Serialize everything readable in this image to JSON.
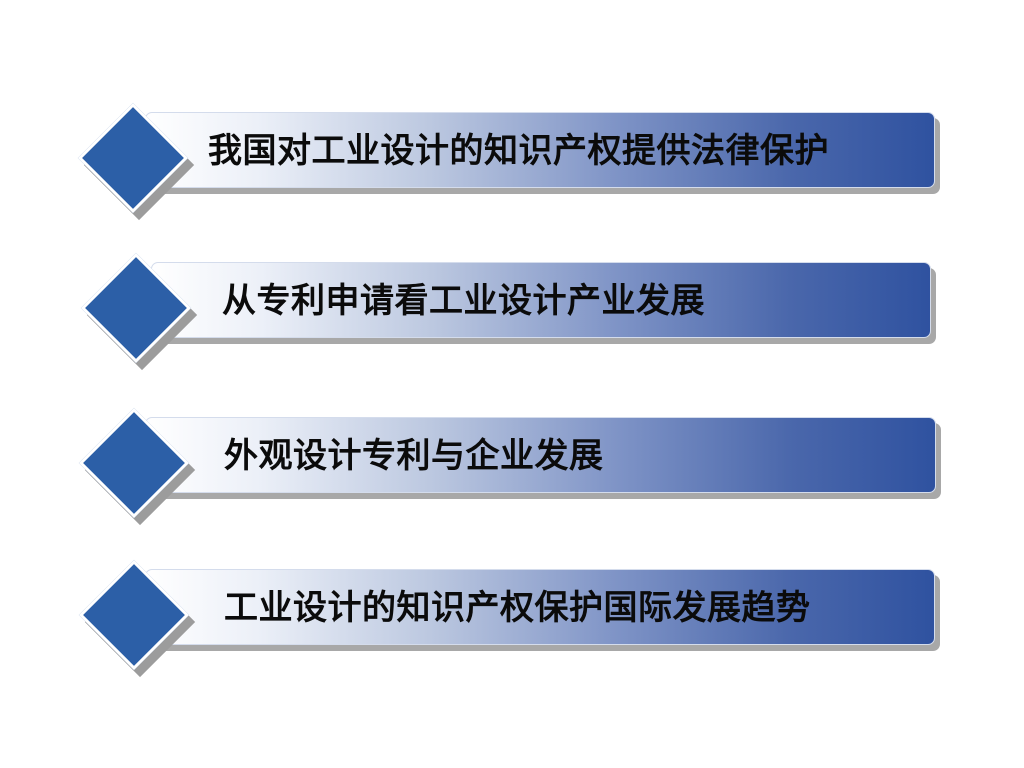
{
  "slide": {
    "items": [
      {
        "label": "我国对工业设计的知识产权提供法律保护"
      },
      {
        "label": "从专利申请看工业设计产业发展"
      },
      {
        "label": "外观设计专利与企业发展"
      },
      {
        "label": "工业设计的知识产权保护国际发展趋势"
      }
    ]
  },
  "colors": {
    "diamond": "#2c5fa7",
    "bar_gradient_end": "#2f52a0",
    "bar_shadow": "#a8a8a8",
    "text": "#0b0b0b"
  }
}
